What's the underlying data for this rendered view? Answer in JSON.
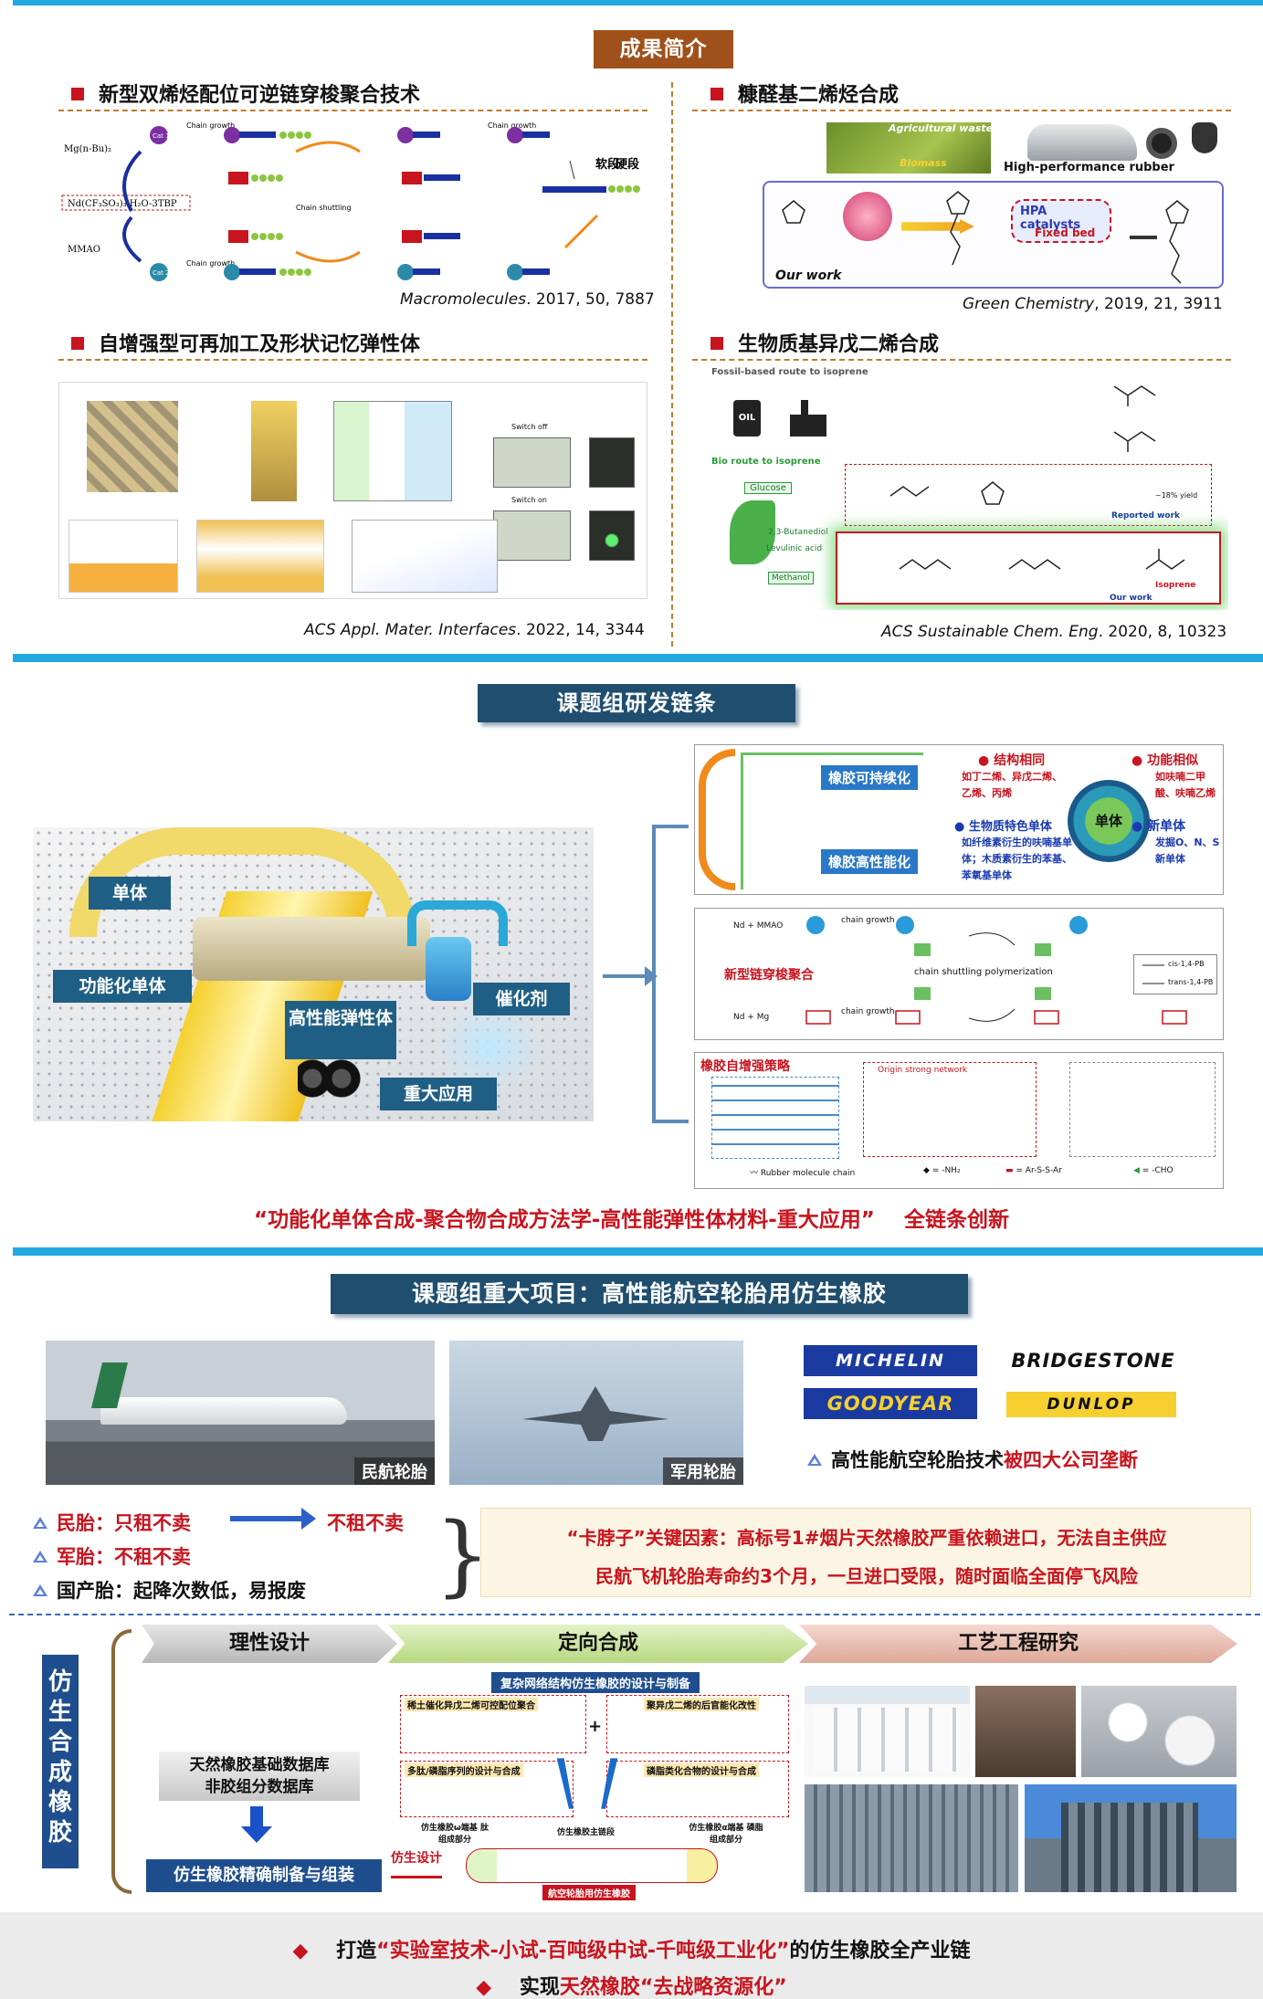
{
  "top_badge": "成果简介",
  "quad": {
    "q1": {
      "title": "新型双烯烃配位可逆链穿梭聚合技术",
      "cite_journal": "Macromolecules",
      "cite_rest": ". 2017, 50, 7887",
      "labels": {
        "chain_growth": "Chain growth",
        "chain_shuttling": "Chain shuttling",
        "soft": "软段",
        "hard": "硬段",
        "mg": "Mg(n-Bu)₂",
        "nd": "Nd(CF₃SO₃)₃·H₂O-3TBP",
        "mmao": "MMAO",
        "cat1": "Cat 1",
        "cat2": "Cat 2"
      }
    },
    "q2": {
      "title": "糠醛基二烯烃合成",
      "cite_journal": "Green Chemistry",
      "cite_rest": ", 2019, 21, 3911",
      "labels": {
        "agri": "Agricultural waste",
        "biomass": "Biomass",
        "rubber": "High-performance rubber",
        "hpa": "HPA catalysts",
        "fixed": "Fixed bed",
        "our": "Our work"
      }
    },
    "q3": {
      "title": "自增强型可再加工及形状记忆弹性体",
      "cite_journal": "ACS Appl. Mater. Interfaces",
      "cite_rest": ". 2022, 14, 3344",
      "labels": {
        "switch_off": "Switch off",
        "switch_on": "Switch on"
      }
    },
    "q4": {
      "title": "生物质基异戊二烯合成",
      "cite_journal": "ACS Sustainable Chem. Eng",
      "cite_rest": ". 2020, 8, 10323",
      "labels": {
        "fossil": "Fossil-based route to isoprene",
        "bio": "Bio route to isoprene",
        "glucose": "Glucose",
        "butanediol": "2,3-Butanediol",
        "levulinic": "Levulinic acid",
        "methanol": "Methanol",
        "isoprene": "Isoprene",
        "reported": "Reported work",
        "ourwork": "Our work",
        "oil": "OIL",
        "yield": "~18% yield"
      }
    }
  },
  "chain": {
    "title": "课题组研发链条",
    "labels": {
      "monomer": "单体",
      "func_monomer": "功能化单体",
      "hp_elastomer": "高性能弹性体",
      "catalyst": "催化剂",
      "application": "重大应用"
    },
    "panel1": {
      "sustain": "橡胶可持续化",
      "hp": "橡胶高性能化",
      "struct_same": "结构相同",
      "struct_text": "如丁二烯、异戊二烯、乙烯、丙烯",
      "func_similar": "功能相似",
      "func_text": "如呋喃二甲酸、呋喃乙烯",
      "center": "单体",
      "bio_monomer": "生物质特色单体",
      "bio_text": "如纤维素衍生的呋喃基单体；木质素衍生的苯基、苯氧基单体",
      "new_monomer": "新单体",
      "new_text": "发掘O、N、S新单体"
    },
    "panel2": {
      "title": "新型链穿梭聚合",
      "shuttle": "chain shuttling polymerization",
      "cis": "cis-1,4-PB",
      "trans": "trans-1,4-PB",
      "nd": "Nd + MMAO",
      "ndmg": "Nd + Mg",
      "growth": "chain growth"
    },
    "panel3": {
      "title": "橡胶自增强策略",
      "origin": "Origin strong network",
      "rubber": "Rubber molecule chain",
      "nh2": "= -NH₂",
      "ss": "= Ar-S-S-Ar",
      "cho": "= -CHO"
    },
    "slogan": "“功能化单体合成-聚合物合成方法学-高性能弹性体材料-重大应用”    全链条创新"
  },
  "project": {
    "title": "课题组重大项目：高性能航空轮胎用仿生橡胶",
    "photo1": "民航轮胎",
    "photo2": "军用轮胎",
    "brands": [
      "MICHELIN",
      "BRIDGESTONE",
      "GOODYEAR",
      "DUNLOP"
    ],
    "monopoly_prefix": "高性能航空轮胎技术",
    "monopoly_red": "被四大公司垄断",
    "civil_label": "民胎：只租不卖",
    "civil_result": "不租不卖",
    "military_label": "军胎：不租不卖",
    "domestic_label": "国产胎：起降次数低，易报废",
    "bottleneck_1": "“卡脖子”关键因素：高标号1#烟片天然橡胶严重依赖进口，无法自主供应",
    "bottleneck_2": "民航飞机轮胎寿命约3个月，一旦进口受限，随时面临全面停飞风险"
  },
  "bionic": {
    "vertical": [
      "仿",
      "生",
      "合",
      "成",
      "橡",
      "胶"
    ],
    "arrow1": "理性设计",
    "arrow2": "定向合成",
    "arrow3": "工艺工程研究",
    "db1": "天然橡胶基础数据库",
    "db2": "非胶组分数据库",
    "prep": "仿生橡胶精确制备与组装",
    "design_tag": "仿生设计",
    "scheme_title": "复杂网络结构仿生橡胶的设计与制备",
    "s1": "稀土催化异戊二烯可控配位聚合",
    "s2": "聚异戊二烯的后官能化改性",
    "s3": "多肽/磷脂序列的设计与合成",
    "s4": "磷脂类化合物的设计与合成",
    "s5": "仿生橡胶ω端基 肽组成部分",
    "s6": "仿生橡胶主链段",
    "s7": "仿生橡胶α端基 磷脂组成部分",
    "s8": "航空轮胎用仿生橡胶"
  },
  "footer": {
    "l1_prefix": "打造",
    "l1_red": "“实验室技术-小试-百吨级中试-千吨级工业化”",
    "l1_suffix": "的仿生橡胶全产业链",
    "l2_prefix": "实现",
    "l2_red": "天然橡胶“去战略资源化”"
  },
  "colors": {
    "accent_blue": "#22a9e0",
    "title_dark": "#1f4e6e",
    "red": "#c8141e",
    "badge": "#a0501a"
  }
}
